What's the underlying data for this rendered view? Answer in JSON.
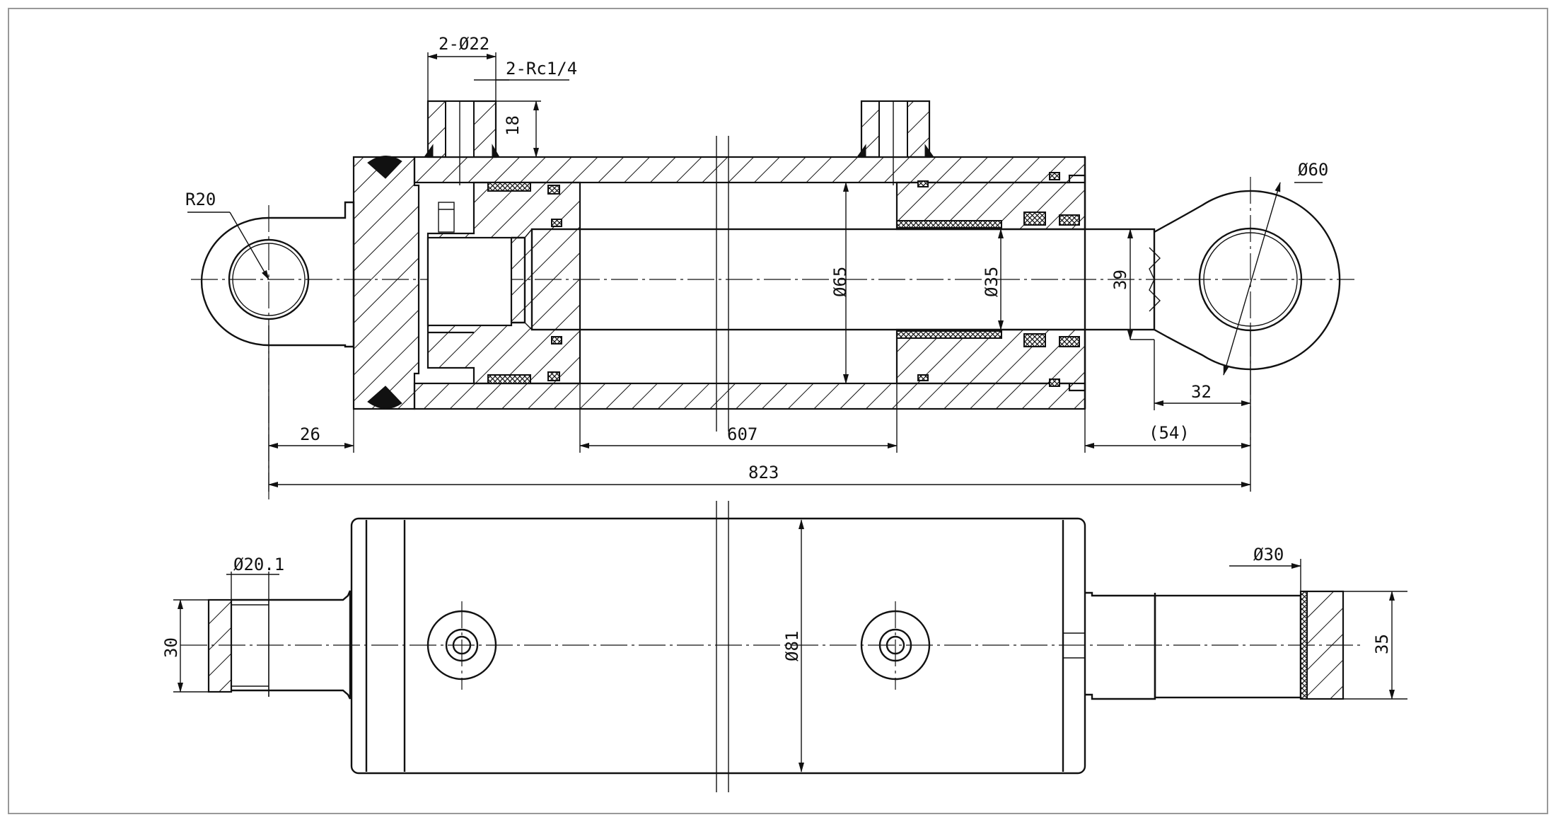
{
  "drawing": {
    "labels": {
      "ports_diameter": "2-Ø22",
      "port_thread": "2-Rc1/4",
      "port_height": "18",
      "eye_radius": "R20",
      "eye_outer_diameter": "Ø60",
      "bore_diameter": "Ø65",
      "rod_diameter": "Ø35",
      "rod_end_width": "39",
      "rod_eye_offset": "32",
      "rear_eye_offset": "26",
      "stroke_length": "607",
      "rod_extension": "(54)",
      "overall_length": "823",
      "pin_hole_diameter": "Ø20.1",
      "rear_eye_width": "30",
      "tube_outer_diameter": "Ø81",
      "rod_eye_hole": "Ø30",
      "rod_eye_width": "35"
    }
  }
}
